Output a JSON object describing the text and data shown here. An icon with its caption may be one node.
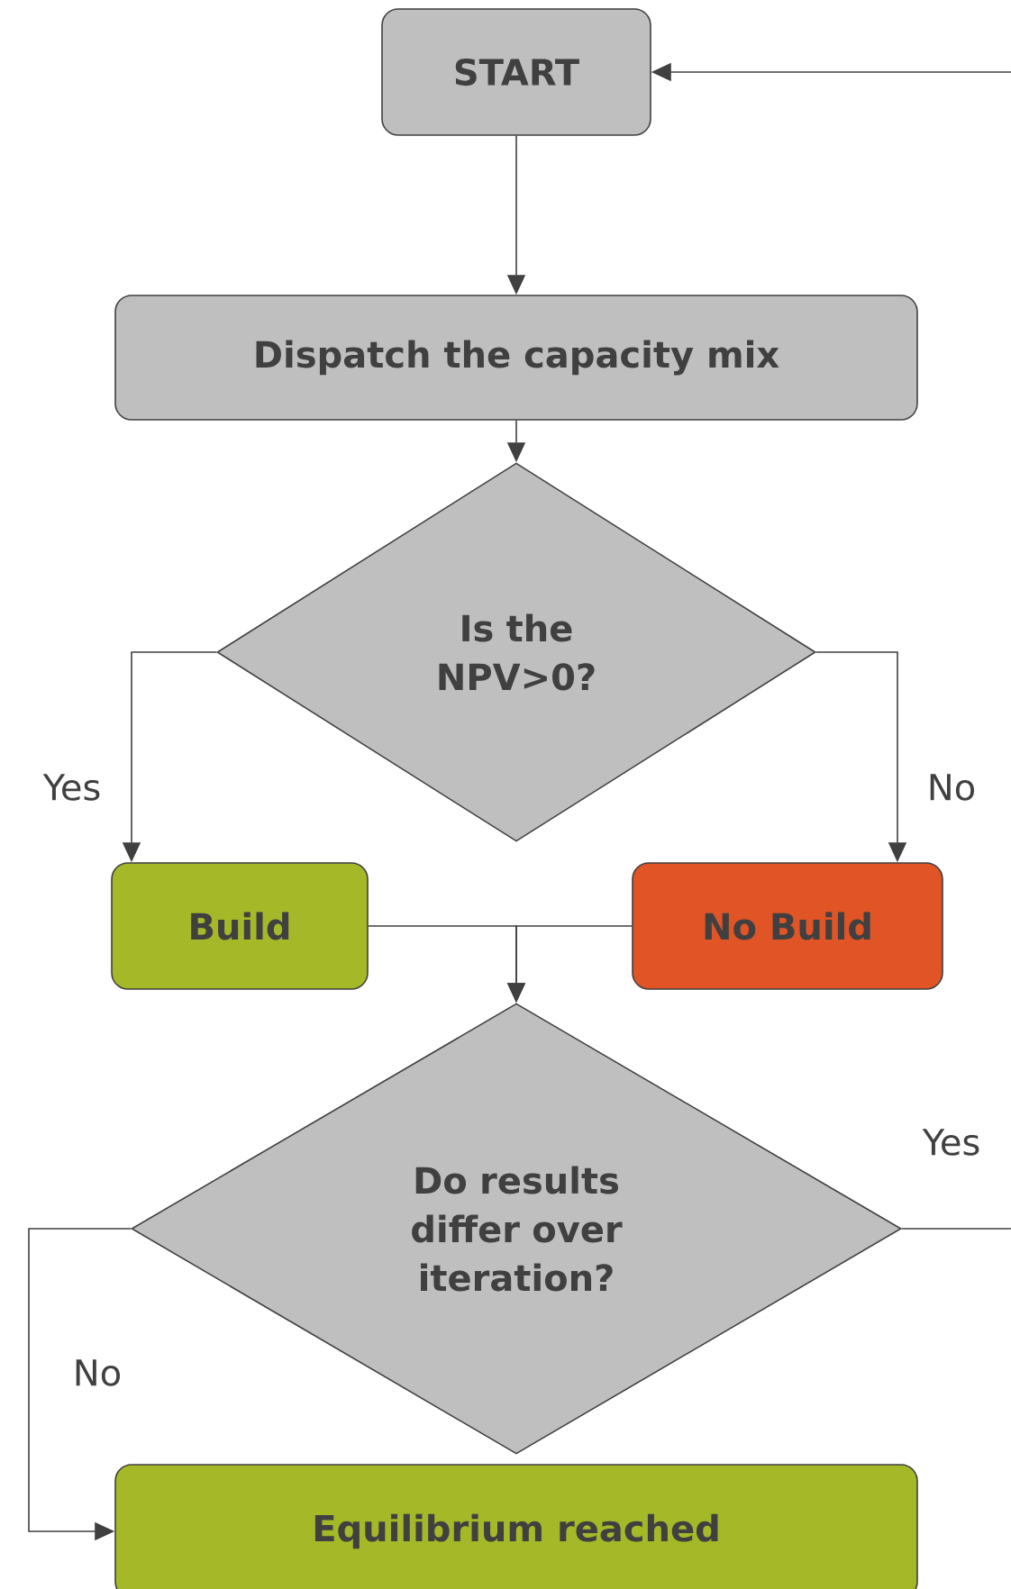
{
  "diagram": {
    "nodes": [
      {
        "text": [
          "START"
        ]
      },
      {
        "text": [
          "Dispatch the capacity mix"
        ]
      },
      {
        "text": [
          "Is the NPV>0?"
        ]
      },
      {
        "text": [
          "Build"
        ]
      },
      {
        "text": [
          "No Build"
        ]
      },
      {
        "text": [
          "Do results differ over iteration?"
        ]
      },
      {
        "text": [
          "Equilibrium reached"
        ]
      }
    ],
    "edges": [
      {
        "from": 0,
        "to": 1,
        "arrow": "to"
      },
      {
        "from": 1,
        "to": 2,
        "arrow": "to"
      },
      {
        "from": 2,
        "to": 3,
        "arrow": "to",
        "label": "Yes"
      },
      {
        "from": 2,
        "to": 4,
        "arrow": "to",
        "label": "No"
      },
      {
        "from": 3,
        "to": 5,
        "arrow": "to"
      },
      {
        "from": 4,
        "to": 5,
        "arrow": "to"
      },
      {
        "from": 5,
        "to": 6,
        "arrow": "to",
        "label": "No"
      },
      {
        "from": 5,
        "to": 0,
        "arrow": "to",
        "label": "Yes"
      }
    ]
  }
}
